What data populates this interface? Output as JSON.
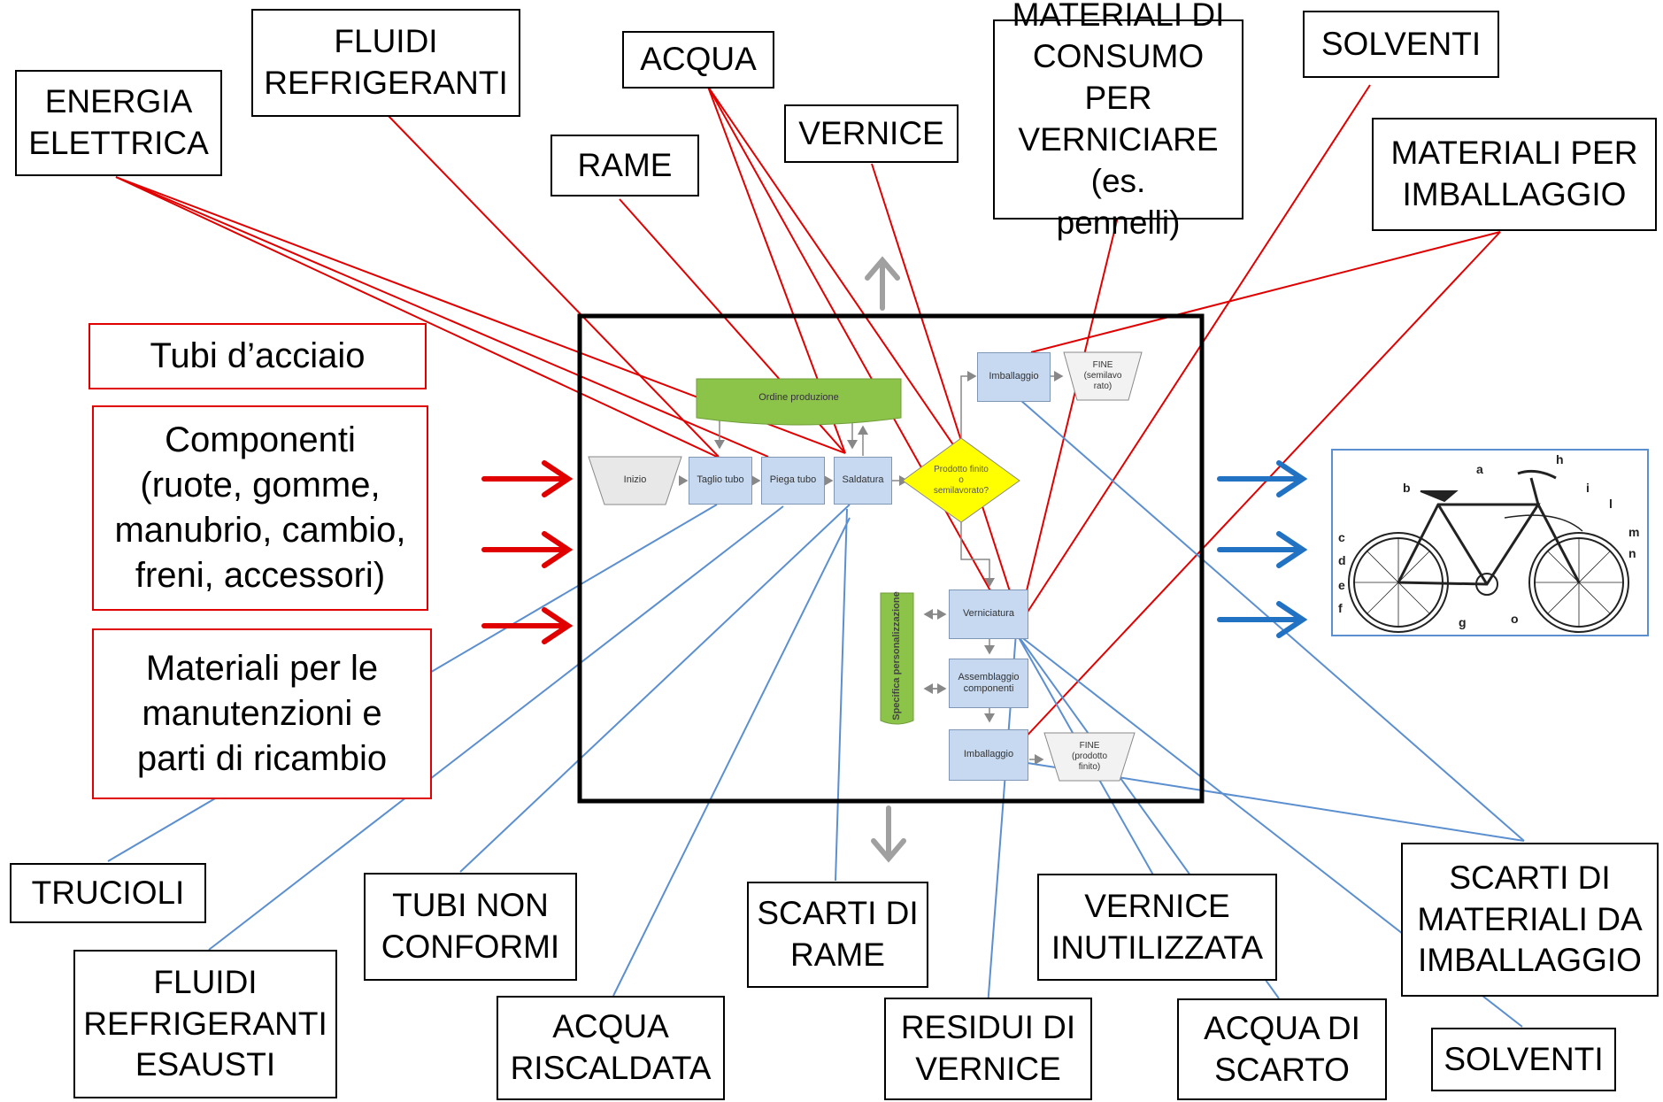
{
  "inputs": {
    "energia": "ENERGIA\nELETTRICA",
    "fluidi": "FLUIDI\nREFRIGERANTI",
    "acqua": "ACQUA",
    "rame": "RAME",
    "vernice": "VERNICE",
    "materiali_consumo": "MATERIALI DI\nCONSUMO PER\nVERNICIARE (es.\npennelli)",
    "solventi": "SOLVENTI",
    "materiali_imballaggio": "MATERIALI PER\nIMBALLAGGIO",
    "tubi": "Tubi d’acciaio",
    "componenti": "Componenti\n(ruote, gomme,\nmanubrio, cambio,\nfreni, accessori)",
    "manutenzioni": "Materiali per le\nmanutenzioni e\nparti di ricambio"
  },
  "outputs": {
    "trucioli": "TRUCIOLI",
    "fluidi_esausti": "FLUIDI\nREFRIGERANTI\nESAUSTI",
    "tubi_non_conformi": "TUBI NON\nCONFORMI",
    "acqua_riscaldata": "ACQUA\nRISCALDATA",
    "scarti_rame": "SCARTI DI\nRAME",
    "residui_vernice": "RESIDUI DI\nVERNICE",
    "vernice_inutilizzata": "VERNICE\nINUTILIZZATA",
    "acqua_scarto": "ACQUA DI\nSCARTO",
    "scarti_imballaggio": "SCARTI DI\nMATERIALI DA\nIMBALLAGGIO",
    "solventi_out": "SOLVENTI"
  },
  "process": {
    "ordine": "Ordine produzione",
    "inizio": "Inizio",
    "taglio": "Taglio tubo",
    "piega": "Piega tubo",
    "saldatura": "Saldatura",
    "decisione": "Prodotto finito o semilavorato?",
    "imballaggio_top": "Imballaggio",
    "fine_top": "FINE\n(semilavo\nrato)",
    "verniciatura": "Verniciatura",
    "specifica": "Specifica personalizzazione",
    "assemblaggio": "Assemblaggio\ncomponenti",
    "imballaggio_bottom": "Imballaggio",
    "fine_bottom": "FINE\n(prodotto\nfinito)"
  },
  "bike_letters": [
    "a",
    "b",
    "c",
    "d",
    "e",
    "f",
    "g",
    "h",
    "i",
    "l",
    "m",
    "n",
    "o"
  ],
  "colors": {
    "input_line": "#e00000",
    "output_line": "#5b8fd0",
    "arrow_in": "#e00000",
    "arrow_out": "#2272c3",
    "arrow_grey": "#a0a0a0",
    "order_green": "#8cc44a",
    "decision_yellow": "#ffff00"
  }
}
